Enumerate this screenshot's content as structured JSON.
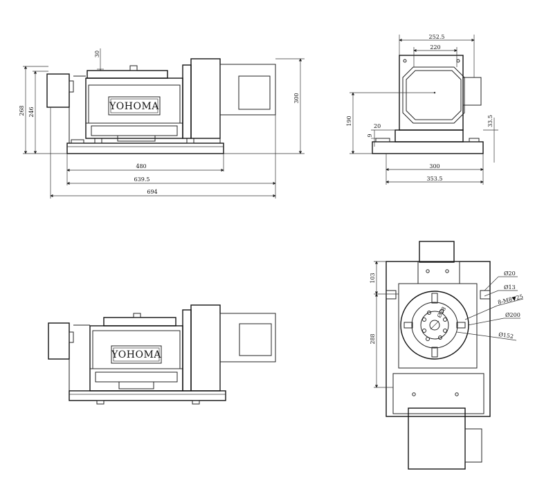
{
  "brand": "YOHOMA",
  "front_view": {
    "dims": {
      "d30": "30",
      "d268": "268",
      "d246": "246",
      "d300": "300",
      "d480": "480",
      "d639": "639.5",
      "d694": "694"
    }
  },
  "side_view": {
    "dims": {
      "d252": "252.5",
      "d220": "220",
      "d190": "190",
      "d20": "20",
      "d9": "9",
      "d33": "33.5",
      "d300": "300",
      "d353": "353.5"
    }
  },
  "top_view": {
    "dims": {
      "d103": "103",
      "d288": "288",
      "phi20": "Ø20",
      "phi13": "Ø13",
      "holes": "8-M8▼25",
      "phi200": "Ø200",
      "phi152": "Ø152",
      "phi28": "Ø28"
    }
  },
  "iso_view": {}
}
